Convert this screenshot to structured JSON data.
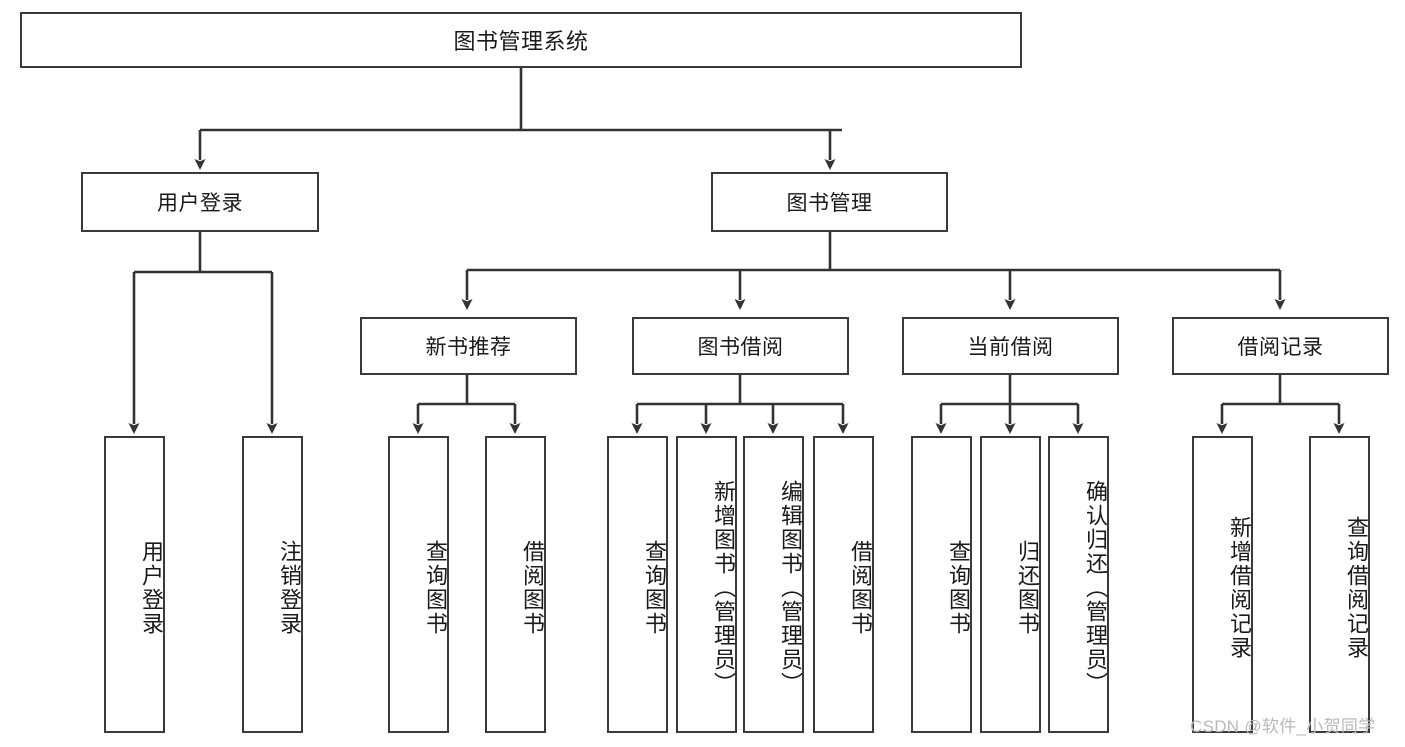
{
  "diagram": {
    "type": "tree-hierarchy",
    "title": "图书管理系统",
    "root": {
      "label": "图书管理系统"
    },
    "level1": [
      {
        "id": "user-login",
        "label": "用户登录"
      },
      {
        "id": "book-manage",
        "label": "图书管理"
      }
    ],
    "level2": [
      {
        "id": "new-book-recommend",
        "label": "新书推荐",
        "parent": "book-manage"
      },
      {
        "id": "book-borrow",
        "label": "图书借阅",
        "parent": "book-manage"
      },
      {
        "id": "current-borrow",
        "label": "当前借阅",
        "parent": "book-manage"
      },
      {
        "id": "borrow-record",
        "label": "借阅记录",
        "parent": "book-manage"
      }
    ],
    "leaves": {
      "user_login": [
        {
          "id": "leaf-user-login",
          "label": "用户登录"
        },
        {
          "id": "leaf-logout-login",
          "label": "注销登录"
        }
      ],
      "new_book_recommend": [
        {
          "id": "leaf-query-book-1",
          "label": "查询图书"
        },
        {
          "id": "leaf-borrow-book-1",
          "label": "借阅图书"
        }
      ],
      "book_borrow": [
        {
          "id": "leaf-query-book-2",
          "label": "查询图书"
        },
        {
          "id": "leaf-add-book",
          "label": "新增图书（管理员）"
        },
        {
          "id": "leaf-edit-book",
          "label": "编辑图书（管理员）"
        },
        {
          "id": "leaf-borrow-book-2",
          "label": "借阅图书"
        }
      ],
      "current_borrow": [
        {
          "id": "leaf-query-book-3",
          "label": "查询图书"
        },
        {
          "id": "leaf-return-book",
          "label": "归还图书"
        },
        {
          "id": "leaf-confirm-return",
          "label": "确认归还（管理员）"
        }
      ],
      "borrow_record": [
        {
          "id": "leaf-add-borrow-record",
          "label": "新增借阅记录"
        },
        {
          "id": "leaf-query-borrow-record",
          "label": "查询借阅记录"
        }
      ]
    },
    "watermark": "CSDN @软件_小贺同学",
    "colors": {
      "border": "#3a3a3a",
      "text": "#1a1a1a",
      "connector": "#333333",
      "background": "#ffffff",
      "watermark": "#b9b9b9"
    }
  }
}
